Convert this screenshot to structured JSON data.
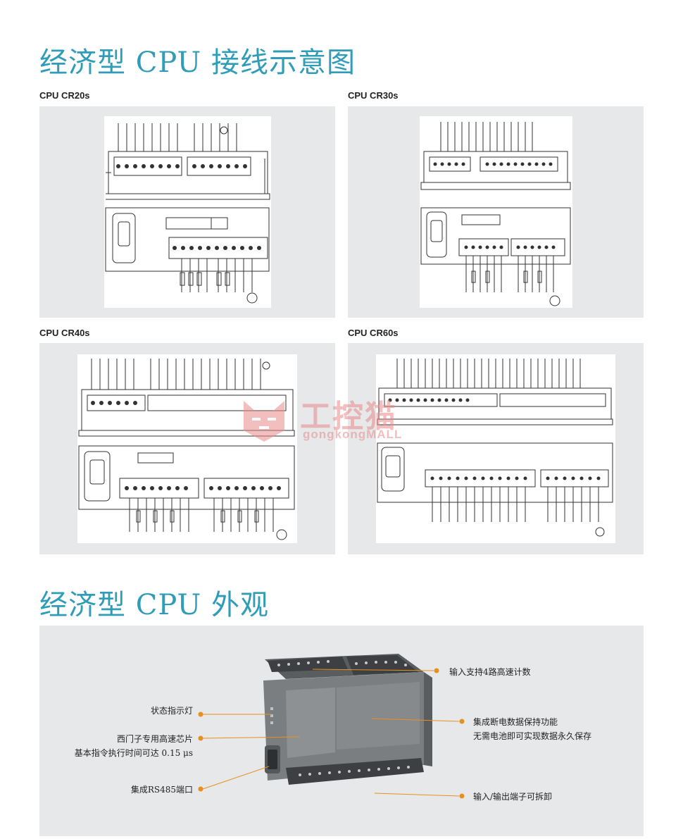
{
  "section1": {
    "title": "经济型 CPU 接线示意图"
  },
  "diagrams": [
    {
      "label": "CPU CR20s"
    },
    {
      "label": "CPU CR30s"
    },
    {
      "label": "CPU CR40s"
    },
    {
      "label": "CPU CR60s"
    }
  ],
  "watermark": {
    "zh": "工控猫",
    "en": "gongkongMALL"
  },
  "section2": {
    "title": "经济型 CPU 外观"
  },
  "callouts": {
    "high_speed_count": "输入支持4路高速计数",
    "status_led": "状态指示灯",
    "power_off_retain_1": "集成断电数据保持功能",
    "power_off_retain_2": "无需电池即可实现数据永久保存",
    "chip_1": "西门子专用高速芯片",
    "chip_2": "基本指令执行时间可达 0.15 μs",
    "rs485": "集成RS485端口",
    "terminal": "输入/输出端子可拆卸"
  },
  "colors": {
    "title": "#2f9cb8",
    "panel": "#e6e8ea",
    "callout_line": "#e8901e"
  }
}
